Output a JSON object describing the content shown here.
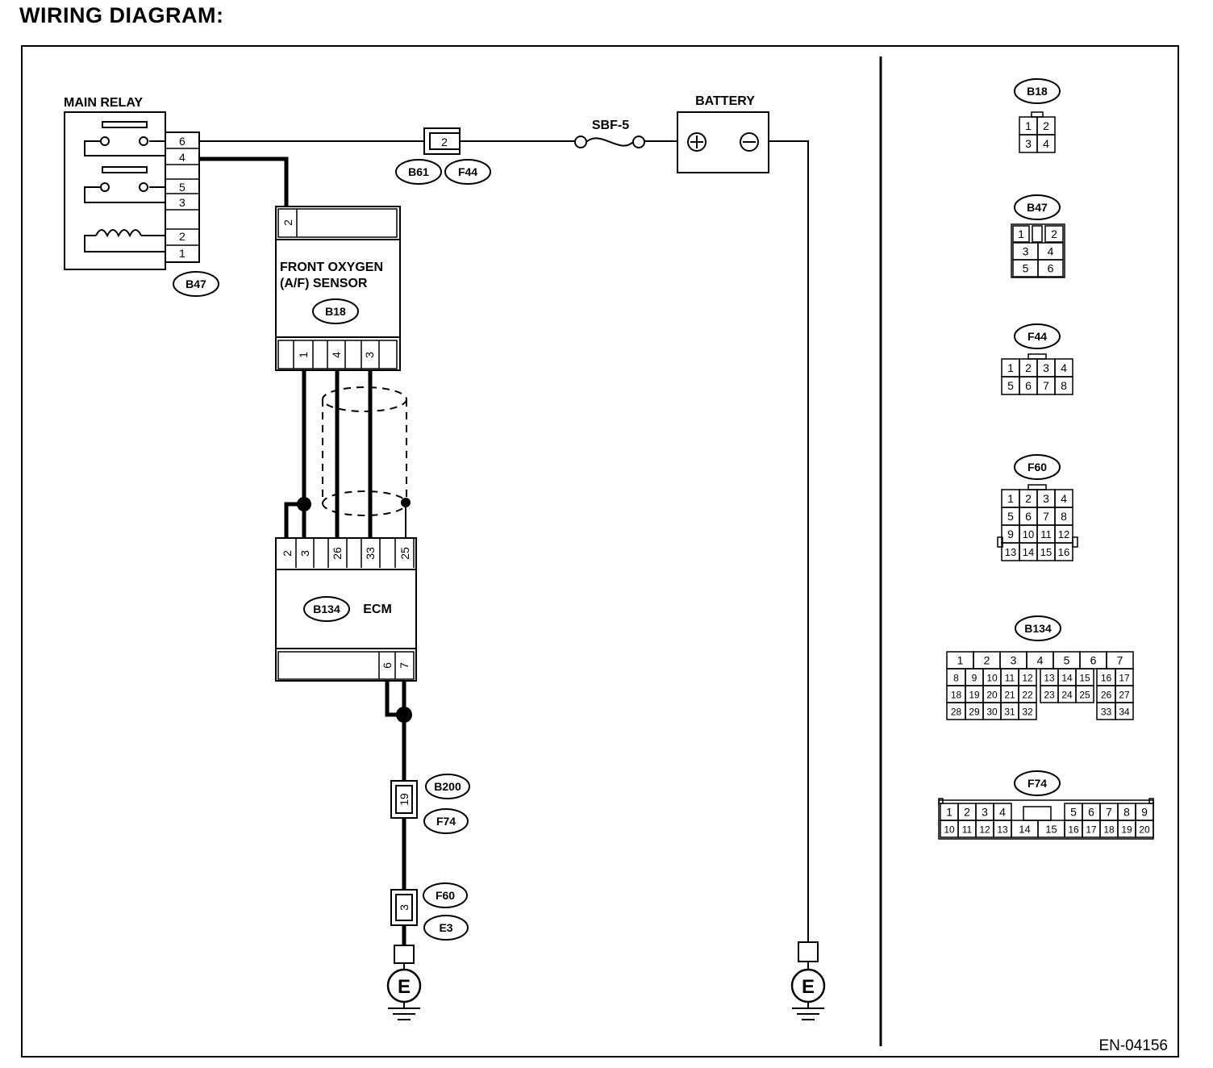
{
  "title": "WIRING DIAGRAM:",
  "figure_code": "EN-04156",
  "components": {
    "main_relay": {
      "label": "MAIN RELAY",
      "connector": "B47",
      "pins": [
        "6",
        "4",
        "5",
        "3",
        "2",
        "1"
      ]
    },
    "battery": {
      "label": "BATTERY"
    },
    "fuse": {
      "label": "SBF-5"
    },
    "sensor": {
      "label_line1": "FRONT OXYGEN",
      "label_line2": "(A/F) SENSOR",
      "connector": "B18",
      "top_pin": "2",
      "bottom_pins": [
        "1",
        "4",
        "3"
      ]
    },
    "ecm": {
      "label": "ECM",
      "connector": "B134",
      "top_pins": [
        "2",
        "3",
        "26",
        "33",
        "25"
      ],
      "bottom_pins": [
        "6",
        "7"
      ]
    },
    "joint_b61_f44": {
      "pin": "2",
      "connectors": [
        "B61",
        "F44"
      ]
    },
    "joint_b200_f74": {
      "pin": "19",
      "connectors": [
        "B200",
        "F74"
      ]
    },
    "joint_f60_e3": {
      "pin": "3",
      "connectors": [
        "F60",
        "E3"
      ]
    },
    "ground_label": "E"
  },
  "connector_views": {
    "B18": {
      "rows": [
        [
          "1",
          "2"
        ],
        [
          "3",
          "4"
        ]
      ]
    },
    "B47": {
      "rows": [
        [
          "1",
          "2"
        ],
        [
          "3",
          "4"
        ],
        [
          "5",
          "6"
        ]
      ]
    },
    "F44": {
      "rows": [
        [
          "1",
          "2",
          "3",
          "4"
        ],
        [
          "5",
          "6",
          "7",
          "8"
        ]
      ]
    },
    "F60": {
      "rows": [
        [
          "1",
          "2",
          "3",
          "4"
        ],
        [
          "5",
          "6",
          "7",
          "8"
        ],
        [
          "9",
          "10",
          "11",
          "12"
        ],
        [
          "13",
          "14",
          "15",
          "16"
        ]
      ]
    },
    "B134": {
      "rows": [
        [
          "1",
          "2",
          "3",
          "4",
          "5",
          "6",
          "7"
        ],
        [
          "8",
          "9",
          "10",
          "11",
          "12",
          "13",
          "14",
          "15",
          "16",
          "17"
        ],
        [
          "18",
          "19",
          "20",
          "21",
          "22",
          "23",
          "24",
          "25",
          "26",
          "27"
        ],
        [
          "28",
          "29",
          "30",
          "31",
          "32",
          "33",
          "34"
        ]
      ]
    },
    "F74": {
      "rows": [
        [
          "1",
          "2",
          "3",
          "4",
          "5",
          "6",
          "7",
          "8",
          "9"
        ],
        [
          "10",
          "11",
          "12",
          "13",
          "14",
          "15",
          "16",
          "17",
          "18",
          "19",
          "20"
        ]
      ]
    }
  }
}
